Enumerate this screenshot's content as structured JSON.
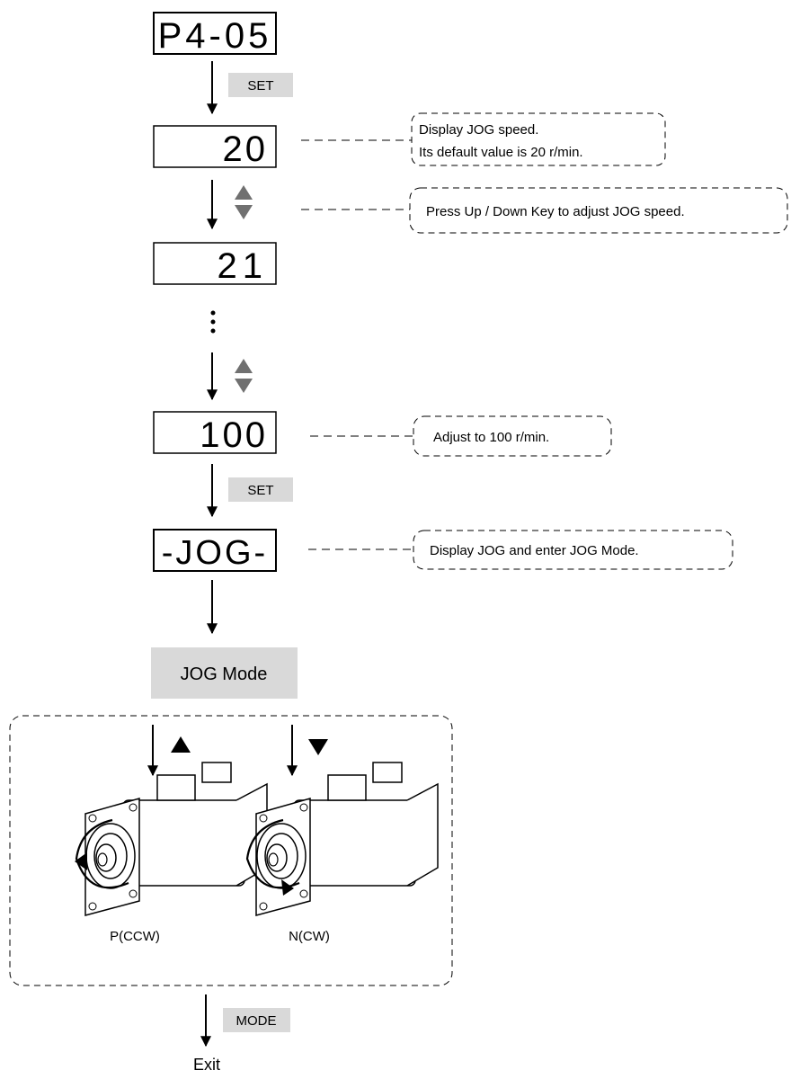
{
  "displays": {
    "param": "P4-05",
    "default_speed": "20",
    "step_speed": "21",
    "target_speed": "100",
    "jog": "-JOG-"
  },
  "keys": {
    "set": "SET",
    "mode": "MODE"
  },
  "notes": {
    "display_speed_line1": "Display JOG speed.",
    "display_speed_line2": "Its default value is 20 r/min.",
    "adjust_hint": "Press Up / Down Key to adjust JOG speed.",
    "adjust_target": "Adjust to 100 r/min.",
    "enter_jog": "Display JOG and enter JOG Mode."
  },
  "jog_mode": {
    "label": "JOG Mode",
    "ccw_label": "P(CCW)",
    "cw_label": "N(CW)"
  },
  "exit_label": "Exit",
  "colors": {
    "key_bg": "#d9d9d9",
    "triangle": "#707070",
    "line": "#000000"
  }
}
